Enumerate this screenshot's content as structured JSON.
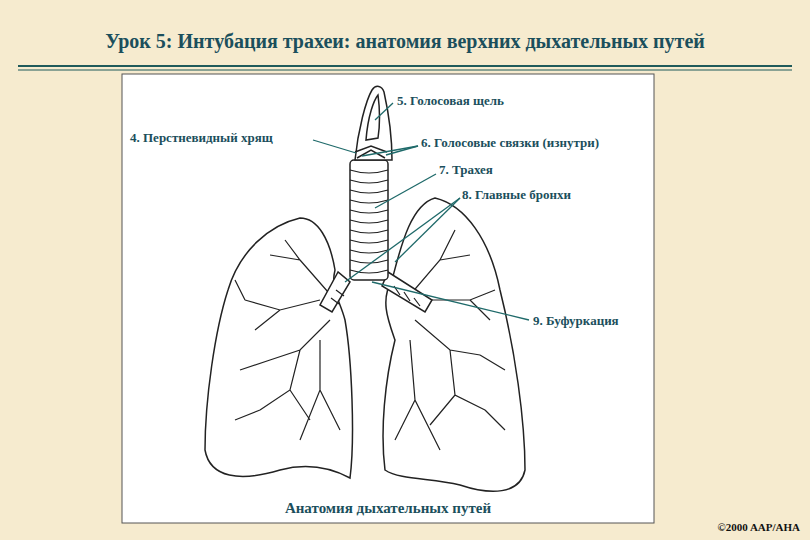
{
  "diagram": {
    "title": "Урок 5: Интубация трахеи: анатомия верхних дыхательных путей",
    "caption": "Анатомия дыхательных путей",
    "labels": [
      "5. Голосовая щель",
      "4. Перстневидный хрящ",
      "6. Голосовые связки (изнутри)",
      "7. Трахея",
      "8. Главные бронхи",
      "9. Буфуркация",
      "©2000 AAP/AHA"
    ]
  }
}
